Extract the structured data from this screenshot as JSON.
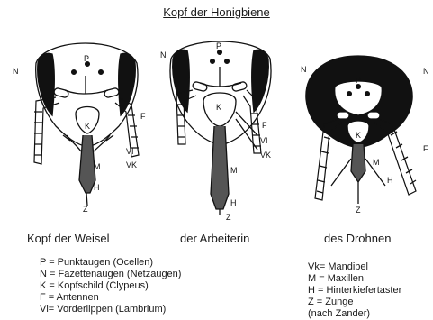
{
  "title": "Kopf der Honigbiene",
  "head_labels": {
    "P": "P",
    "N": "N",
    "K": "K",
    "F": "F",
    "VI": "VI",
    "VK": "VK",
    "M": "M",
    "H": "H",
    "Z": "Z"
  },
  "captions": {
    "queen": "Kopf der Weisel",
    "worker": "der Arbeiterin",
    "drone": "des Drohnen"
  },
  "legend_left": [
    "P = Punktaugen (Ocellen)",
    "N = Fazettenaugen (Netzaugen)",
    "K = Kopfschild (Clypeus)",
    "F = Antennen",
    "Vl= Vorderlippen (Lambrium)"
  ],
  "legend_right": [
    "Vk= Mandibel",
    "M = Maxillen",
    "H = Hinterkiefertaster",
    "Z = Zunge",
    "(nach Zander)"
  ]
}
